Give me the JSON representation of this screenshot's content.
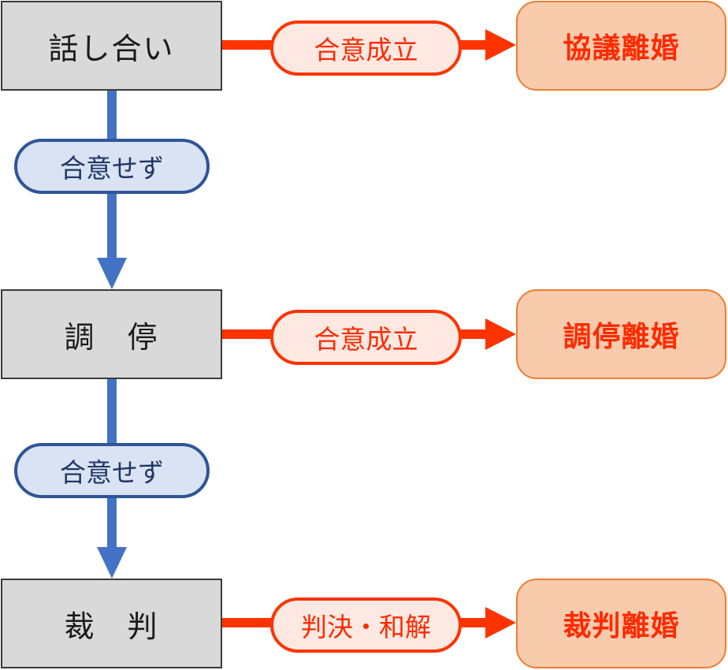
{
  "colors": {
    "stage_fill": "#d9d9d9",
    "result_fill": "#f8cbad",
    "result_text": "#ff2a00",
    "success_arrow": "#ff3300",
    "failure_arrow": "#4472c4",
    "failure_pill_fill": "#dae3f3",
    "failure_pill_border": "#2f5597"
  },
  "stages": [
    {
      "label": "話し合い",
      "outcome_label": "合意成立",
      "result": "協議離婚"
    },
    {
      "label": "調　停",
      "outcome_label": "合意成立",
      "result": "調停離婚"
    },
    {
      "label": "裁　判",
      "outcome_label": "判決・和解",
      "result": "裁判離婚"
    }
  ],
  "transitions": [
    {
      "label": "合意せず"
    },
    {
      "label": "合意せず"
    }
  ]
}
